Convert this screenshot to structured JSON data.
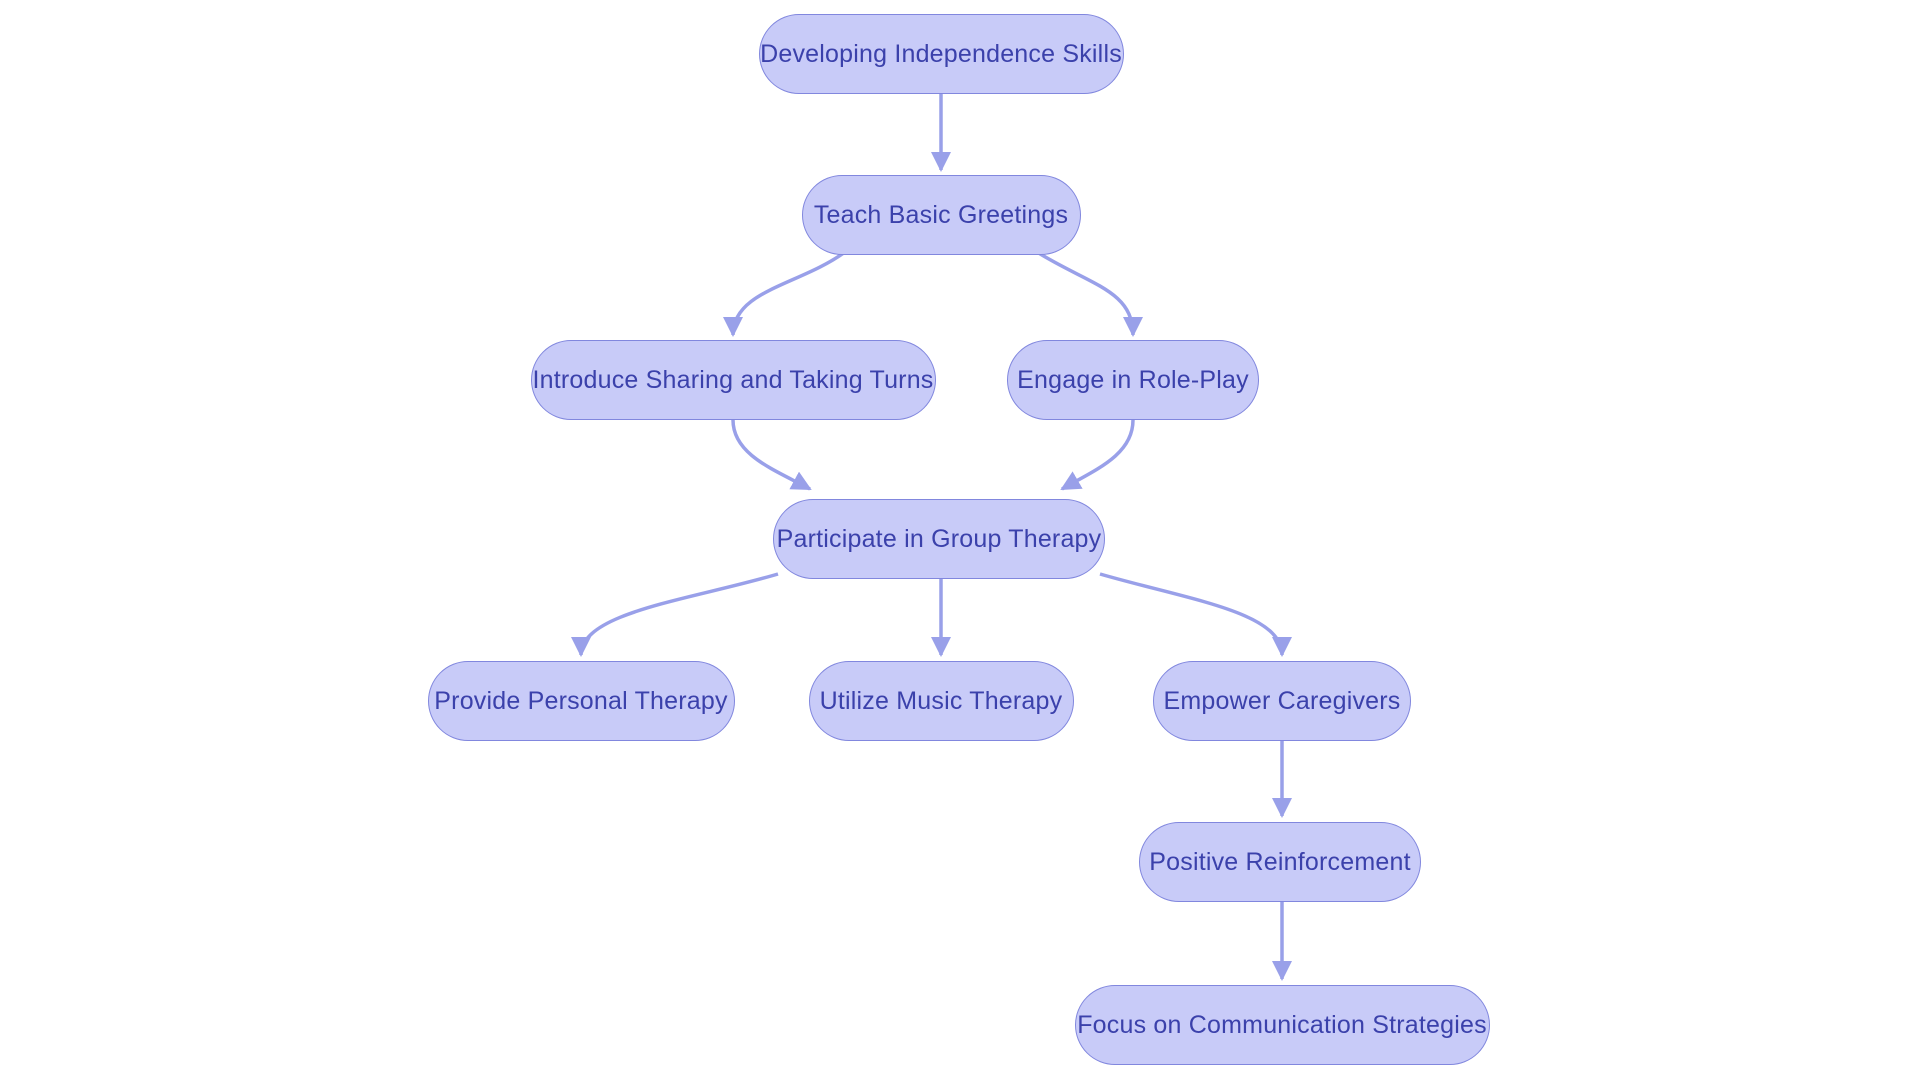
{
  "diagram": {
    "title": "Developing Independence Skills flowchart",
    "background": "#ffffff",
    "colors": {
      "node_fill": "#c8cbf8",
      "node_border": "#8187de",
      "node_text": "#3b41ab",
      "arrow": "#99a0e9"
    },
    "nodes": [
      {
        "id": "n1",
        "label": "Developing Independence Skills"
      },
      {
        "id": "n2",
        "label": "Teach Basic Greetings"
      },
      {
        "id": "n3",
        "label": "Introduce Sharing and Taking Turns"
      },
      {
        "id": "n4",
        "label": "Engage in Role-Play"
      },
      {
        "id": "n5",
        "label": "Participate in Group Therapy"
      },
      {
        "id": "n6",
        "label": "Provide Personal Therapy"
      },
      {
        "id": "n7",
        "label": "Utilize Music Therapy"
      },
      {
        "id": "n8",
        "label": "Empower Caregivers"
      },
      {
        "id": "n9",
        "label": "Positive Reinforcement"
      },
      {
        "id": "n10",
        "label": "Focus on Communication Strategies"
      }
    ],
    "edges": [
      {
        "from": "n1",
        "to": "n2"
      },
      {
        "from": "n2",
        "to": "n3"
      },
      {
        "from": "n2",
        "to": "n4"
      },
      {
        "from": "n3",
        "to": "n5"
      },
      {
        "from": "n4",
        "to": "n5"
      },
      {
        "from": "n5",
        "to": "n6"
      },
      {
        "from": "n5",
        "to": "n7"
      },
      {
        "from": "n5",
        "to": "n8"
      },
      {
        "from": "n8",
        "to": "n9"
      },
      {
        "from": "n9",
        "to": "n10"
      }
    ]
  }
}
